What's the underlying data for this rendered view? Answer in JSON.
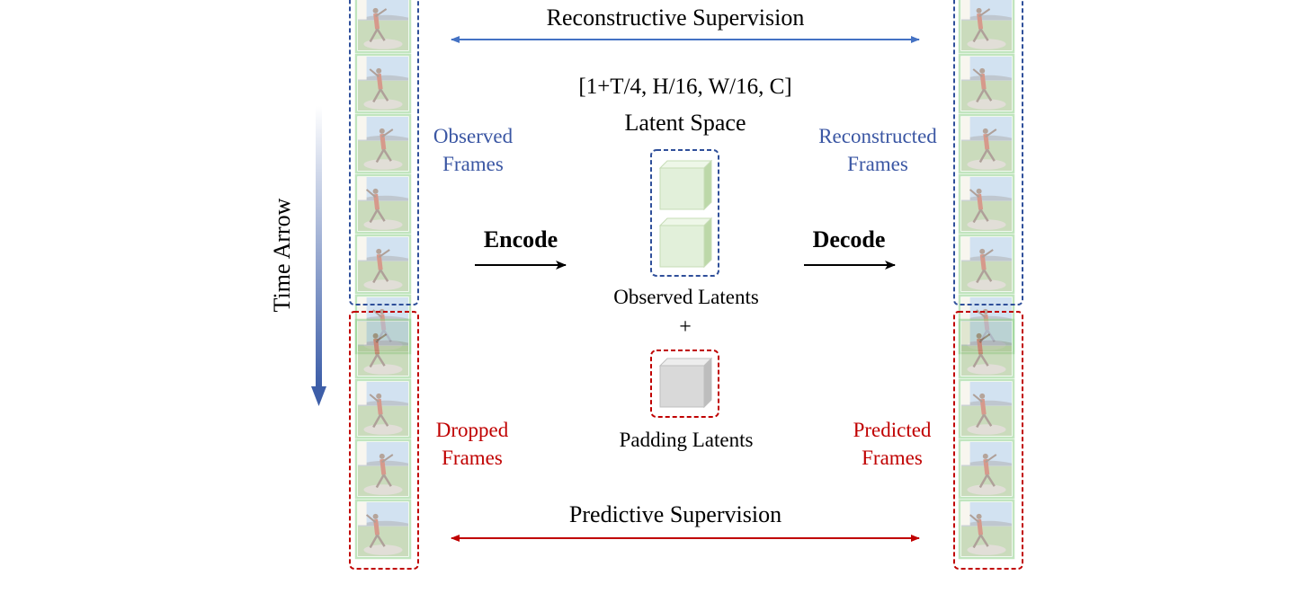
{
  "labels": {
    "reconstructive_supervision": "Reconstructive Supervision",
    "predictive_supervision": "Predictive Supervision",
    "latent_shape": "[1+T/4, H/16, W/16, C]",
    "latent_space": "Latent Space",
    "observed_frames": [
      "Observed",
      "Frames"
    ],
    "reconstructed_frames": [
      "Reconstructed",
      "Frames"
    ],
    "dropped_frames": [
      "Dropped",
      "Frames"
    ],
    "predicted_frames": [
      "Predicted",
      "Frames"
    ],
    "encode": "Encode",
    "decode": "Decode",
    "observed_latents": "Observed Latents",
    "plus": "+",
    "padding_latents": "Padding Latents",
    "time_arrow": "Time Arrow"
  },
  "frames": {
    "observed_count": 5,
    "dropped_count": 4
  },
  "colors": {
    "observed_blue": "#3a56a3",
    "dropped_red": "#c00000",
    "frame_border": "#8fd08a",
    "latent_fill": "#e2f0da",
    "padding_fill": "#d9d9d9",
    "sky": "#aecbe6",
    "grass": "#9fbf86"
  }
}
